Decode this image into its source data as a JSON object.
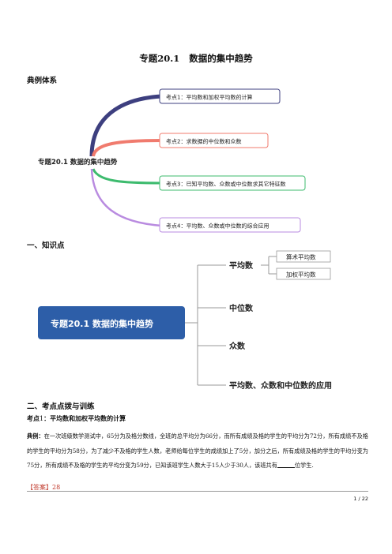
{
  "doc": {
    "title_num": "专题20.1",
    "title_text": "数据的集中趋势",
    "section1": "典例体系",
    "section2": "一、知识点",
    "section3": "二、考点点拨与训练"
  },
  "mindmap1": {
    "center": "专题20.1   数据的集中趋势",
    "branches": [
      {
        "label": "考点1：平均数和加权平均数的计算",
        "color": "#3d3f7f"
      },
      {
        "label": "考点2：求数据的中位数和众数",
        "color": "#f07b6e"
      },
      {
        "label": "考点3：已知平均数、众数或中位数求其它特征数",
        "color": "#3dbb6e"
      },
      {
        "label": "考点4：平均数、众数或中位数的综合应用",
        "color": "#b98be0"
      }
    ]
  },
  "mindmap2": {
    "root": "专题20.1   数据的集中趋势",
    "root_color": "#2d5ea8",
    "nodes": [
      "平均数",
      "中位数",
      "众数",
      "平均数、众数和中位数的应用"
    ],
    "sub_nodes": [
      "算术平均数",
      "加权平均数"
    ]
  },
  "kp": {
    "title_pre": "考点",
    "title_num": "1",
    "title_rest": "：平均数和加权平均数的计算",
    "example_label": "典例：",
    "text_a": "在一次班级数学测试中，65分为及格分数线，全班的总平均分为66分，而所有成绩及格的学生的平均分为72分，所有成绩不及格的学生的平均分为58分，为了减少不及格的学生人数，老师给每位学生的成绩加上了5分，加分之后，所有成绩及格的学生的平均分变为75分，所有成绩不及格的学生的平均分变为59分，已知该班学生人数大于15人少于30人，该班共有",
    "text_b": "位学生.",
    "answer": "【答案】28"
  },
  "page": {
    "label": "1 / 22"
  }
}
